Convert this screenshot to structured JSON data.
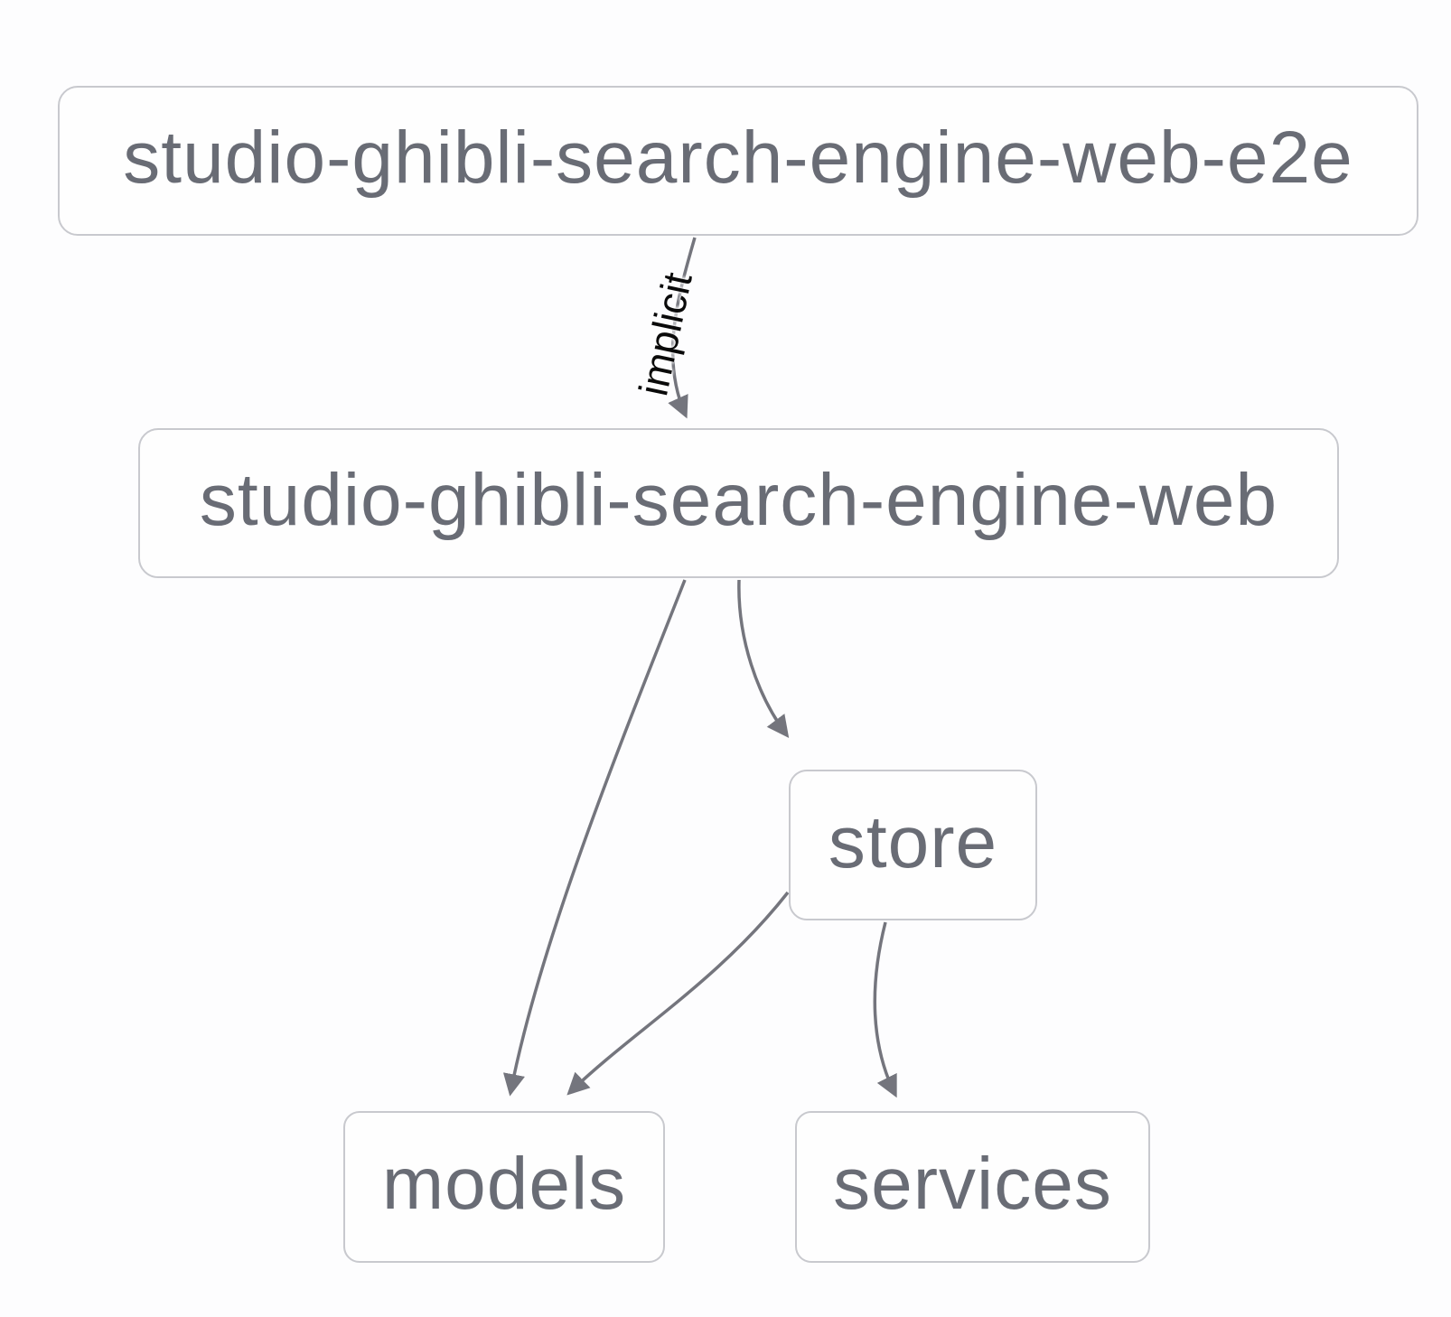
{
  "diagram": {
    "type": "dependency-graph",
    "background_color": "#fdfdfe",
    "node_border_color": "#c8c9ce",
    "node_fill_color": "#fefefe",
    "node_text_color": "#696c75",
    "edge_color": "#74757d",
    "edge_label_color": "#0a0a0a",
    "nodes": [
      {
        "id": "e2e",
        "label": "studio-ghibli-search-engine-web-e2e"
      },
      {
        "id": "web",
        "label": "studio-ghibli-search-engine-web"
      },
      {
        "id": "store",
        "label": "store"
      },
      {
        "id": "models",
        "label": "models"
      },
      {
        "id": "services",
        "label": "services"
      }
    ],
    "edges": [
      {
        "from": "studio-ghibli-search-engine-web-e2e",
        "to": "studio-ghibli-search-engine-web",
        "label": "implicit"
      },
      {
        "from": "studio-ghibli-search-engine-web",
        "to": "store",
        "label": ""
      },
      {
        "from": "studio-ghibli-search-engine-web",
        "to": "models",
        "label": ""
      },
      {
        "from": "store",
        "to": "models",
        "label": ""
      },
      {
        "from": "store",
        "to": "services",
        "label": ""
      }
    ]
  }
}
